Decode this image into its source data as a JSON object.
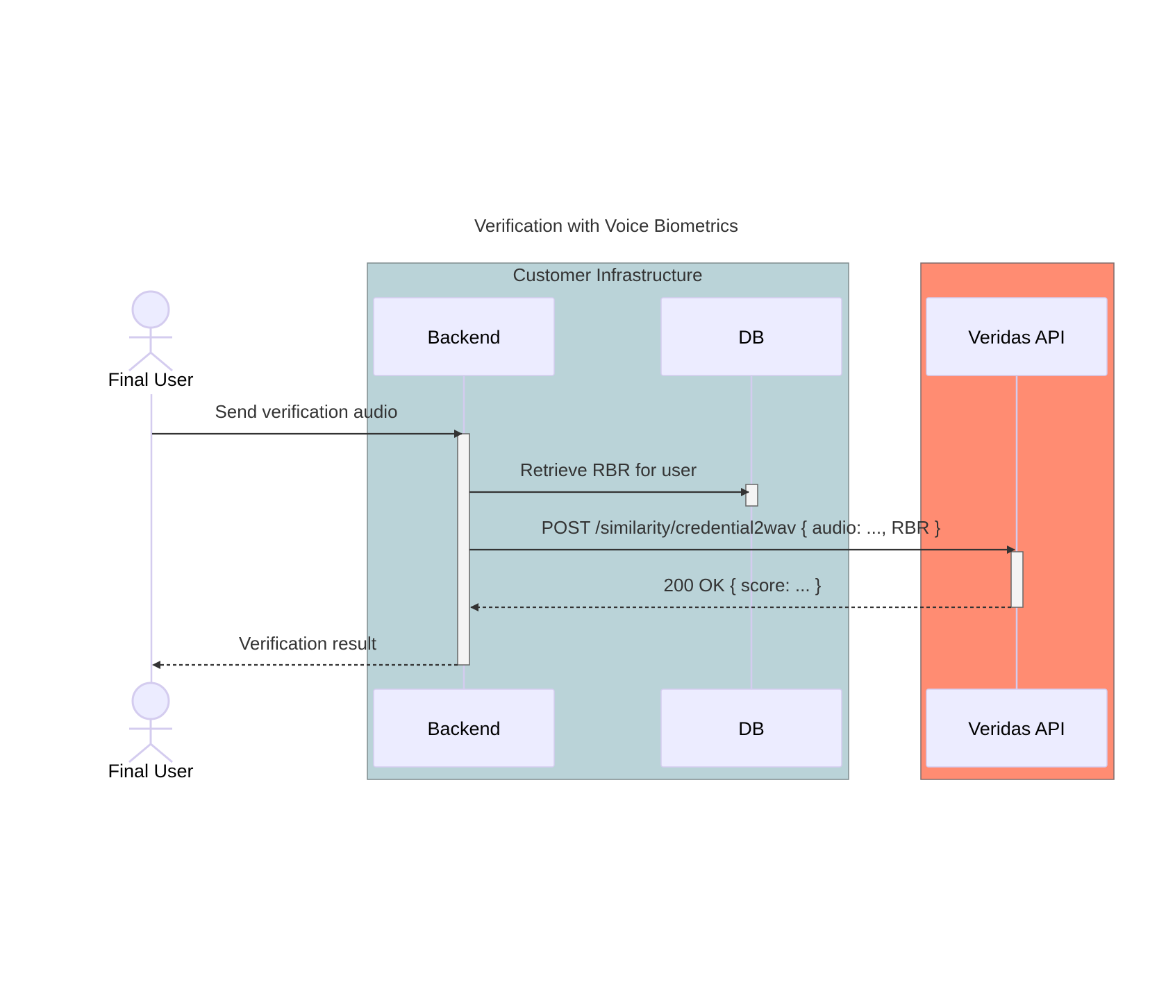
{
  "diagram": {
    "title": "Verification with Voice Biometrics",
    "groups": [
      {
        "label": "Customer Infrastructure",
        "color": "#bad3d8"
      },
      {
        "label": "",
        "color": "#ff8c72"
      }
    ],
    "participants": {
      "final_user": "Final User",
      "backend": "Backend",
      "db": "DB",
      "veridas_api": "Veridas API"
    },
    "messages": [
      {
        "from": "final_user",
        "to": "backend",
        "text": "Send verification audio",
        "style": "solid"
      },
      {
        "from": "backend",
        "to": "db",
        "text": "Retrieve RBR for user",
        "style": "solid"
      },
      {
        "from": "backend",
        "to": "veridas_api",
        "text": "POST /similarity/credential2wav { audio: ..., RBR }",
        "style": "solid"
      },
      {
        "from": "veridas_api",
        "to": "backend",
        "text": "200 OK { score: ... }",
        "style": "dashed"
      },
      {
        "from": "backend",
        "to": "final_user",
        "text": "Verification result",
        "style": "dashed"
      }
    ],
    "colors": {
      "participant_fill": "#ececff",
      "participant_border": "#d4ccef",
      "lifeline": "#d4ccef",
      "activation_fill": "#f4f4f4",
      "arrow": "#333333"
    }
  }
}
